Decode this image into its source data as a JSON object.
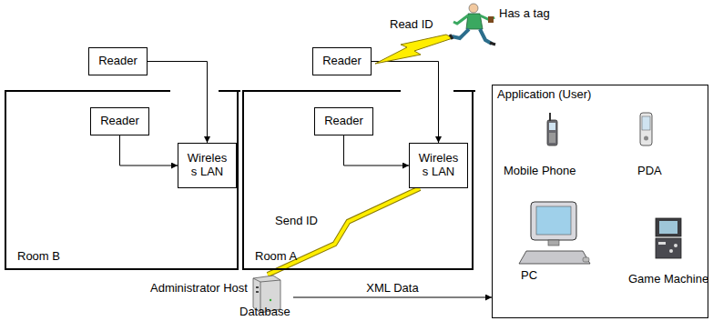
{
  "diagram": {
    "nodes": [
      {
        "text": [
          "Room B"
        ]
      },
      {
        "text": [
          "Reader"
        ]
      },
      {
        "text": [
          "Reader"
        ],
        "in": 0
      },
      {
        "text": [
          "Wireles s LAN"
        ],
        "in": 0
      },
      {
        "text": [
          "Room A"
        ]
      },
      {
        "text": [
          "Reader"
        ]
      },
      {
        "text": [
          "Reader"
        ],
        "in": 4
      },
      {
        "text": [
          "Wireles s LAN"
        ],
        "in": 4
      },
      {
        "text": [
          "Administrator Host",
          "Database"
        ]
      },
      {
        "text": [
          "Application (User)"
        ]
      }
    ],
    "edges": [
      {
        "from": 1,
        "to": 3,
        "arrow": "to"
      },
      {
        "from": 2,
        "to": 3,
        "arrow": "to"
      },
      {
        "from": 5,
        "to": 7,
        "arrow": "to"
      },
      {
        "from": 6,
        "to": 7,
        "arrow": "to"
      },
      {
        "from": 7,
        "to": 8,
        "label": "Send ID",
        "arrow": "none"
      },
      {
        "from": 8,
        "to": 9,
        "label": "XML Data",
        "arrow": "to"
      }
    ],
    "labels": [
      "Read ID",
      "Has a tag",
      "Mobile Phone",
      "PDA",
      "PC",
      "Game Machine"
    ]
  }
}
